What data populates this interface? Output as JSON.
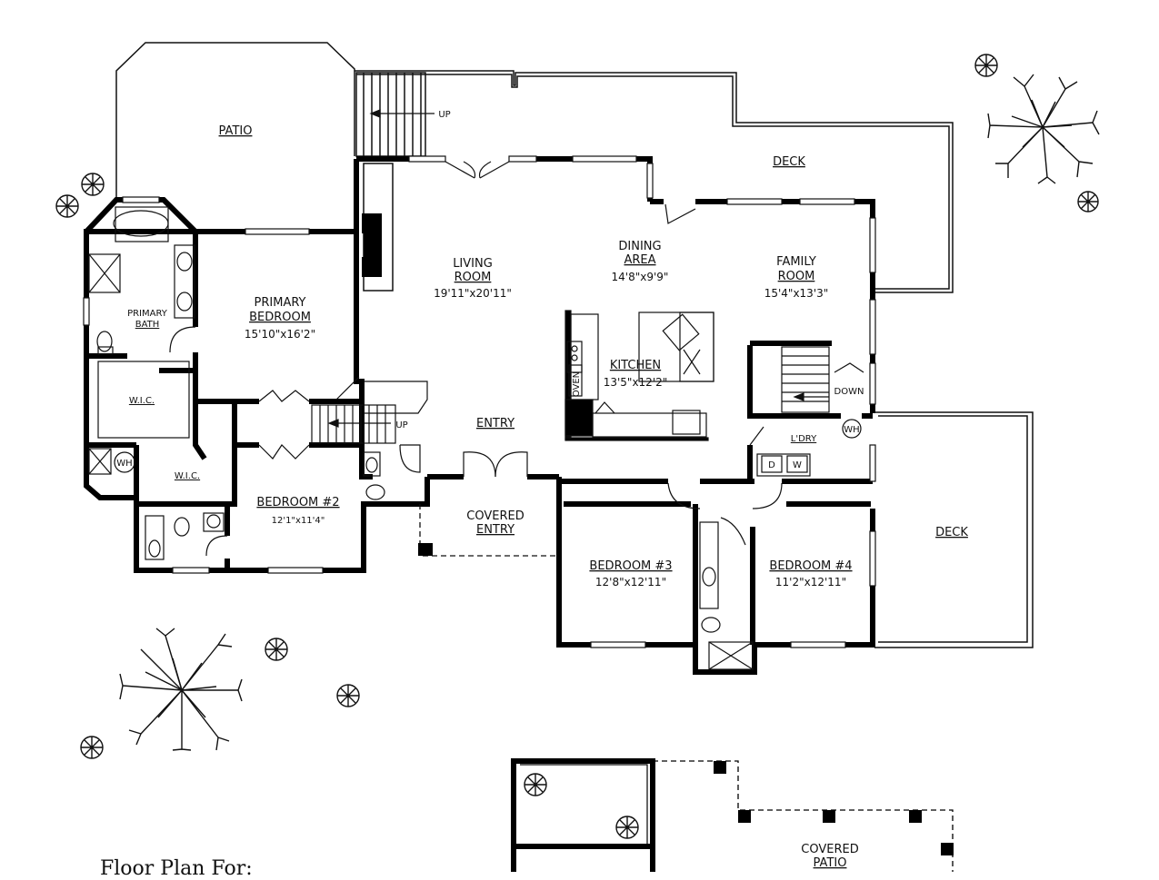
{
  "plan_title": "Floor Plan For:",
  "rooms": {
    "patio": {
      "name": "PATIO"
    },
    "deck_top": {
      "name": "DECK"
    },
    "deck_right": {
      "name": "DECK"
    },
    "living": {
      "name_1": "LIVING",
      "name_2": "ROOM",
      "dims": "19'11\"x20'11\""
    },
    "dining": {
      "name_1": "DINING",
      "name_2": "AREA",
      "dims": "14'8\"x9'9\""
    },
    "family": {
      "name_1": "FAMILY",
      "name_2": "ROOM",
      "dims": "15'4\"x13'3\""
    },
    "primary_bedroom": {
      "name_1": "PRIMARY",
      "name_2": "BEDROOM",
      "dims": "15'10\"x16'2\""
    },
    "primary_bath": {
      "name_1": "PRIMARY",
      "name_2": "BATH"
    },
    "wic_1": {
      "name": "W.I.C."
    },
    "wic_2": {
      "name": "W.I.C."
    },
    "kitchen": {
      "name": "KITCHEN",
      "dims": "13'5\"x12'2\""
    },
    "entry": {
      "name": "ENTRY"
    },
    "covered_entry": {
      "name_1": "COVERED",
      "name_2": "ENTRY"
    },
    "laundry": {
      "name": "L'DRY"
    },
    "bedroom2": {
      "name": "BEDROOM #2",
      "dims": "12'1\"x11'4\""
    },
    "bedroom3": {
      "name": "BEDROOM #3",
      "dims": "12'8\"x12'11\""
    },
    "bedroom4": {
      "name": "BEDROOM #4",
      "dims": "11'2\"x12'11\""
    },
    "covered_patio": {
      "name_1": "COVERED",
      "name_2": "PATIO"
    }
  },
  "annotations": {
    "up_1": "UP",
    "up_2": "UP",
    "down": "DOWN",
    "oven": "OVEN",
    "wh_1": "WH",
    "wh_2": "WH",
    "dryer": "D",
    "washer": "W"
  }
}
